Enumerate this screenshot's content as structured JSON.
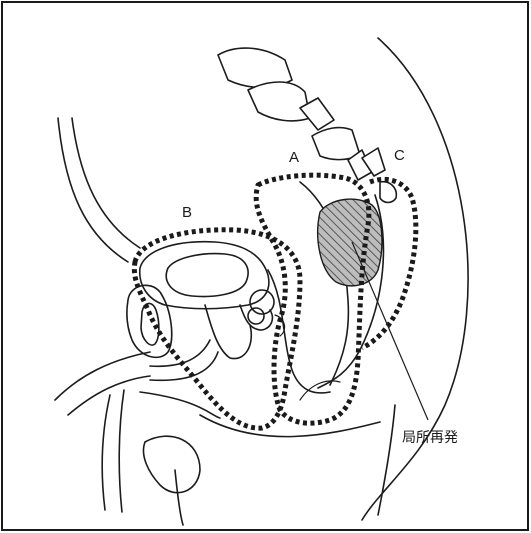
{
  "diagram": {
    "region_labels": {
      "a": "A",
      "b": "B",
      "c": "C"
    },
    "callout_label": "局所再発"
  }
}
